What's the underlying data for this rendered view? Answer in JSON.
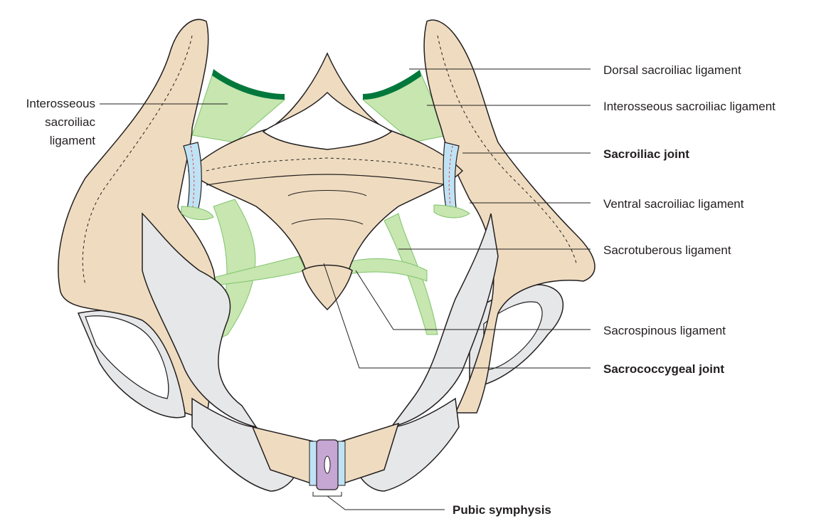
{
  "labels": {
    "dorsal_sacroiliac": "Dorsal sacroiliac ligament",
    "interosseous_right": "Interosseous sacroiliac ligament",
    "interosseous_left_line1": "Interosseous",
    "interosseous_left_line2": "sacroiliac",
    "interosseous_left_line3": "ligament",
    "sacroiliac_joint": "Sacroiliac joint",
    "ventral_sacroiliac": "Ventral sacroiliac ligament",
    "sacrotuberous": "Sacrotuberous ligament",
    "sacrospinous": "Sacrospinous ligament",
    "sacrococcygeal_joint": "Sacrococcygeal joint",
    "pubic_symphysis": "Pubic symphysis"
  },
  "colors": {
    "bone": "#efdcc0",
    "bone_outline": "#231f20",
    "cartilage_gray": "#e6e7e8",
    "ligament_green": "#c7e6b0",
    "ligament_stroke": "#7ec36b",
    "dorsal_ligament": "#00783c",
    "joint_blue": "#bfe3f5",
    "symphysis_purple": "#c6a6d3"
  }
}
